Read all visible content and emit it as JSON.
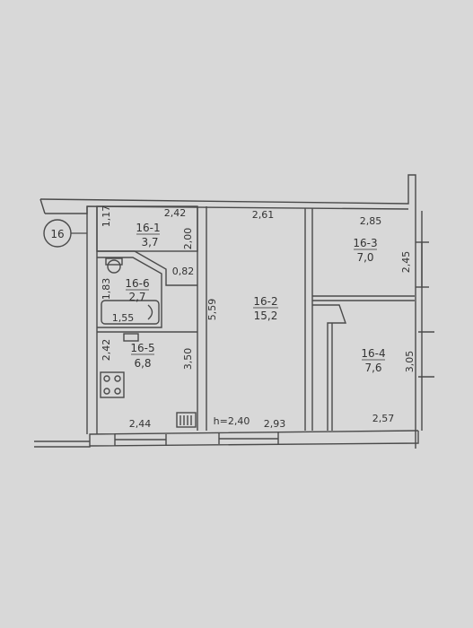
{
  "plan": {
    "apartment_number": "16",
    "ceiling_height": "h=2,40",
    "rooms": {
      "r1": {
        "id": "16-1",
        "area": "3,7"
      },
      "r2": {
        "id": "16-2",
        "area": "15,2"
      },
      "r3": {
        "id": "16-3",
        "area": "7,0"
      },
      "r4": {
        "id": "16-4",
        "area": "7,6"
      },
      "r5": {
        "id": "16-5",
        "area": "6,8"
      },
      "r6": {
        "id": "16-6",
        "area": "2,7"
      }
    },
    "dimensions": {
      "d_117": "1,17",
      "d_242_top": "2,42",
      "d_200": "2,00",
      "d_261": "2,61",
      "d_285": "2,85",
      "d_245": "2,45",
      "d_183": "1,83",
      "d_082": "0,82",
      "d_155": "1,55",
      "d_559": "5,59",
      "d_242_left": "2,42",
      "d_350": "3,50",
      "d_305": "3,05",
      "d_244": "2,44",
      "d_293": "2,93",
      "d_257": "2,57"
    }
  }
}
